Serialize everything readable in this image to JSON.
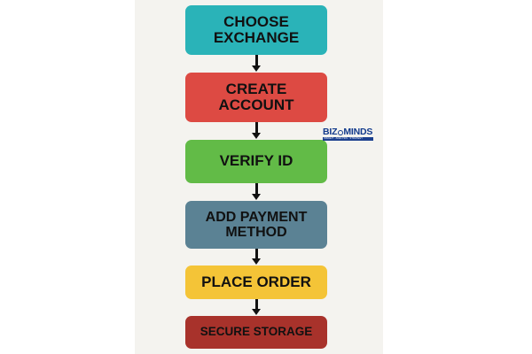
{
  "steps": [
    {
      "label": "CHOOSE EXCHANGE",
      "color": "#2ab3b8"
    },
    {
      "label": "CREATE ACCOUNT",
      "color": "#dd4a43"
    },
    {
      "label": "VERIFY ID",
      "color": "#62bb47"
    },
    {
      "label": "ADD PAYMENT METHOD",
      "color": "#5b8294"
    },
    {
      "label": "PLACE ORDER",
      "color": "#f4c437"
    },
    {
      "label": "SECURE STORAGE",
      "color": "#a8322b"
    }
  ],
  "logo": {
    "word_prefix": "BIZ",
    "word_suffix": "MINDS",
    "tagline": "INSIGHT · ANALYSIS · STRATEGY"
  }
}
